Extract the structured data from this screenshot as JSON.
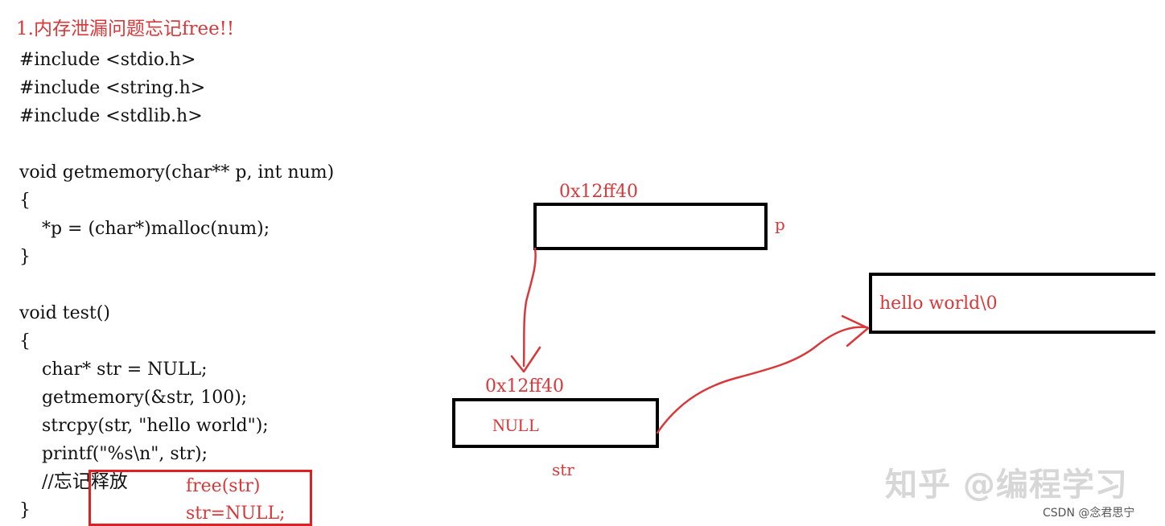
{
  "title": "1.内存泄漏问题忘记free!!",
  "code_lines": [
    "#include <stdio.h>",
    "#include <string.h>",
    "#include <stdlib.h>",
    "",
    "void getmemory(char** p, int num)",
    "{",
    "    *p = (char*)malloc(num);",
    "}",
    "",
    "void test()",
    "{",
    "    char* str = NULL;",
    "    getmemory(&str, 100);",
    "    strcpy(str, \"hello world\");",
    "    printf(\"%s\\n\", str);",
    "    //",
    "}"
  ],
  "comment_text": "忘记释放",
  "fix": {
    "line1": "free(str)",
    "line2": "str=NULL;"
  },
  "diagram": {
    "p_box": {
      "address": "0x12ff40",
      "label": "p"
    },
    "str_box": {
      "address": "0x12ff40",
      "value": "NULL",
      "label": "str"
    },
    "heap_box": {
      "value": "hello world\\0"
    }
  },
  "watermark": "知乎 @编程学习",
  "credit": "CSDN @念君思宁",
  "colors": {
    "annotation_red": "#d9383a",
    "box_border": "#000000"
  }
}
